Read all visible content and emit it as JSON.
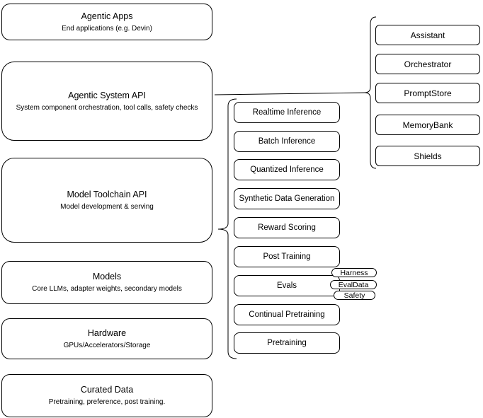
{
  "stack": [
    {
      "title": "Agentic Apps",
      "subtitle": "End applications (e.g. Devin)"
    },
    {
      "title": "Agentic System API",
      "subtitle": "System component orchestration, tool calls, safety checks"
    },
    {
      "title": "Model Toolchain API",
      "subtitle": "Model development & serving"
    },
    {
      "title": "Models",
      "subtitle": "Core LLMs, adapter weights, secondary models"
    },
    {
      "title": "Hardware",
      "subtitle": "GPUs/Accelerators/Storage"
    },
    {
      "title": "Curated Data",
      "subtitle": "Pretraining, preference, post training."
    }
  ],
  "toolchain_services": [
    "Realtime Inference",
    "Batch Inference",
    "Quantized Inference",
    "Synthetic Data Generation",
    "Reward Scoring",
    "Post Training",
    "Evals",
    "Continual Pretraining",
    "Pretraining"
  ],
  "evals_tags": [
    "Harness",
    "EvalData",
    "Safety"
  ],
  "system_components": [
    "Assistant",
    "Orchestrator",
    "PromptStore",
    "MemoryBank",
    "Shields"
  ],
  "colors": {
    "stroke": "#000000",
    "fill": "#ffffff",
    "text": "#000000",
    "background": "#ffffff"
  }
}
